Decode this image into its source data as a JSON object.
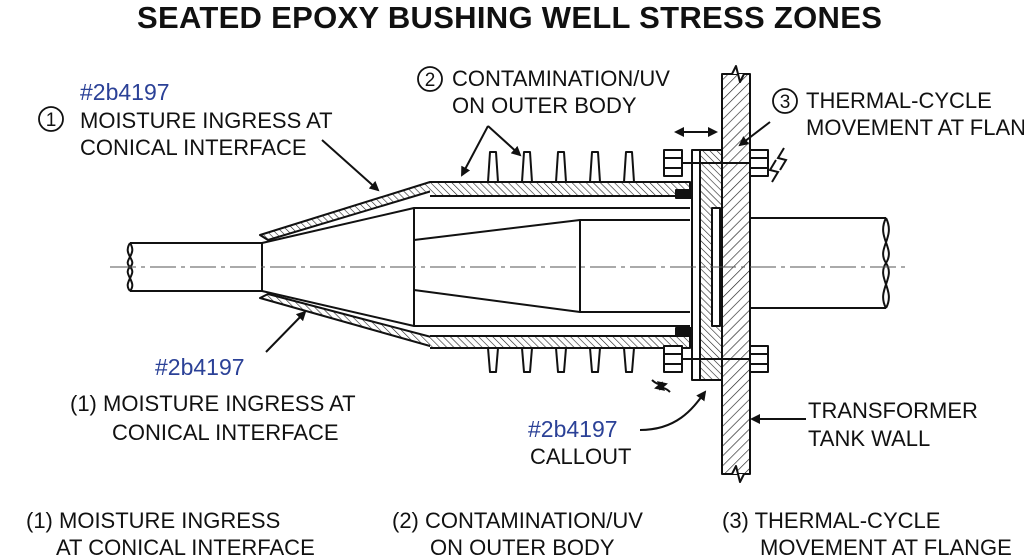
{
  "title": "SEATED EPOXY BUSHING WELL STRESS ZONES",
  "accent_color": "#2b4197",
  "callouts": {
    "moisture_top": {
      "code": "#2b4197",
      "number": "1",
      "line1": "MOISTURE INGRESS AT",
      "line2": "CONICAL INTERFACE"
    },
    "contamination_top": {
      "number": "2",
      "line1": "CONTAMINATION/UV",
      "line2": "ON OUTER BODY"
    },
    "thermal_top": {
      "number": "3",
      "line1": "THERMAL-CYCLE",
      "line2": "MOVEMENT AT FLANGE"
    },
    "moisture_lower": {
      "code": "#2b4197",
      "line1": "(1) MOISTURE INGRESS AT",
      "line2": "CONICAL INTERFACE"
    },
    "generic_callout": {
      "code": "#2b4197",
      "label": "CALLOUT"
    },
    "tank_wall": {
      "line1": "TRANSFORMER",
      "line2": "TANK WALL"
    }
  },
  "legend": [
    {
      "line1": "(1) MOISTURE INGRESS",
      "line2": "AT CONICAL INTERFACE"
    },
    {
      "line1": "(2) CONTAMINATION/UV",
      "line2": "ON OUTER BODY"
    },
    {
      "line1": "(3) THERMAL-CYCLE",
      "line2": "MOVEMENT AT FLANGE"
    }
  ]
}
